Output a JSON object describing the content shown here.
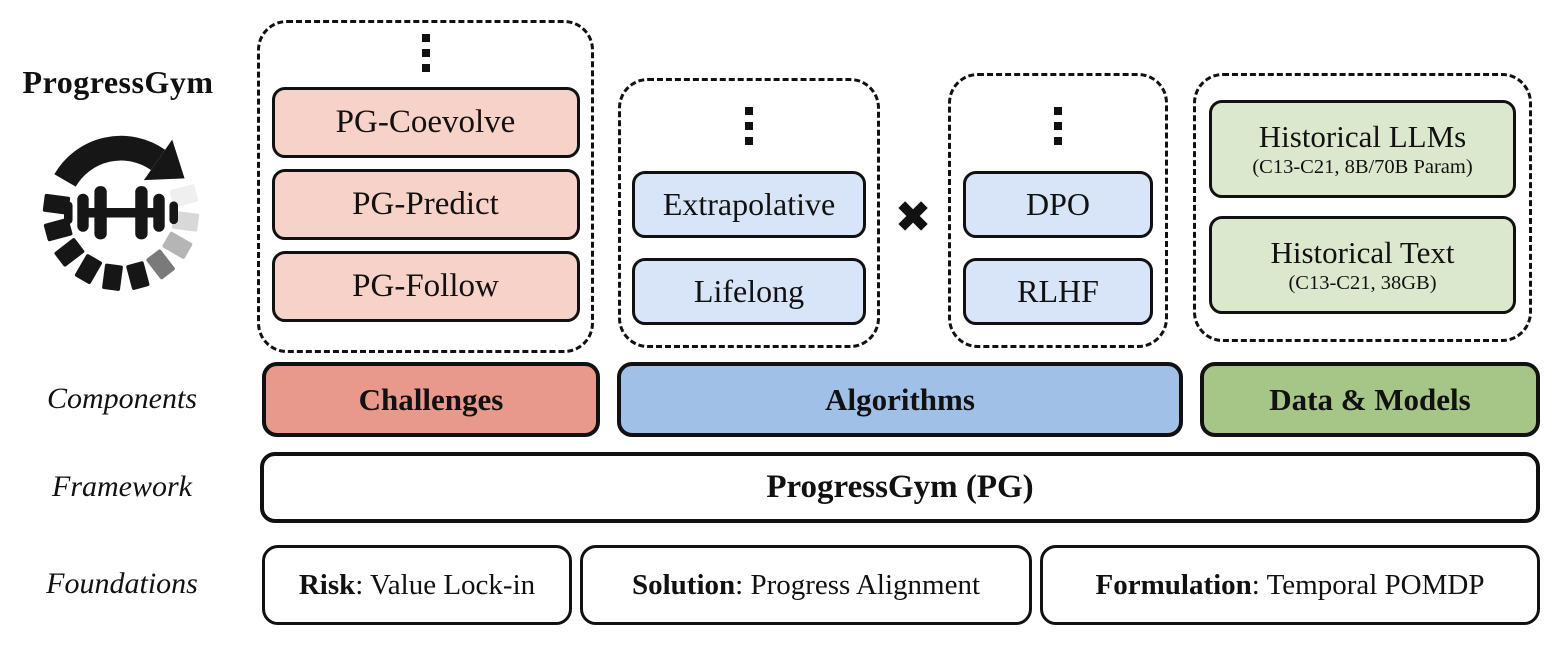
{
  "brand": {
    "title": "ProgressGym"
  },
  "icons": {
    "vertical_ellipsis": "more-items-above",
    "logo": "progressgym-circular-arrow-dumbbell"
  },
  "groups": {
    "challenges": {
      "items": [
        "PG-Coevolve",
        "PG-Predict",
        "PG-Follow"
      ]
    },
    "algorithms_left": {
      "items": [
        "Extrapolative",
        "Lifelong"
      ]
    },
    "operator": "✖",
    "algorithms_right": {
      "items": [
        "DPO",
        "RLHF"
      ]
    },
    "data_models": {
      "items": [
        {
          "title": "Historical LLMs",
          "subtitle": "(C13-C21, 8B/70B Param)"
        },
        {
          "title": "Historical Text",
          "subtitle": "(C13-C21, 38GB)"
        }
      ]
    }
  },
  "rows": {
    "components": {
      "label": "Components",
      "bars": [
        {
          "label": "Challenges",
          "color": "#e8998b"
        },
        {
          "label": "Algorithms",
          "color": "#a1c0e8"
        },
        {
          "label": "Data & Models",
          "color": "#a6c687"
        }
      ]
    },
    "framework": {
      "label": "Framework",
      "bar_label": "ProgressGym (PG)"
    },
    "foundations": {
      "label": "Foundations",
      "items": [
        {
          "keyword": "Risk",
          "rest": ": Value Lock-in"
        },
        {
          "keyword": "Solution",
          "rest": ": Progress Alignment"
        },
        {
          "keyword": "Formulation",
          "rest": ": Temporal POMDP"
        }
      ]
    }
  },
  "colors": {
    "challenge_item_bg": "#f7d2c8",
    "challenge_bar_bg": "#e8998b",
    "algorithm_item_bg": "#d8e4f7",
    "algorithm_bar_bg": "#a1c0e8",
    "data_item_bg": "#dce8cd",
    "data_bar_bg": "#a6c687",
    "outline": "#111111"
  }
}
